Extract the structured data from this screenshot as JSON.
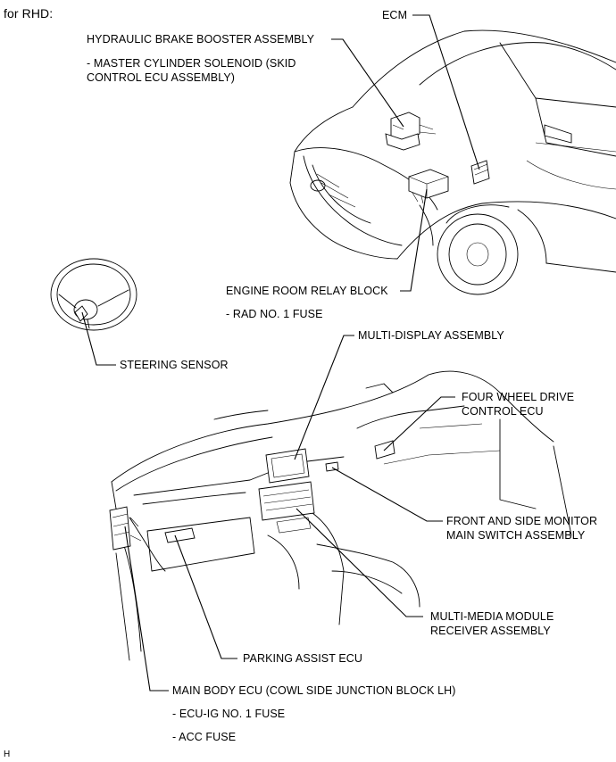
{
  "header": {
    "variant": "for RHD:"
  },
  "labels": {
    "ecm": "ECM",
    "brake_booster": "HYDRAULIC BRAKE BOOSTER ASSEMBLY",
    "brake_booster_sub_1": "- MASTER CYLINDER SOLENOID (SKID",
    "brake_booster_sub_2": "CONTROL ECU ASSEMBLY)",
    "relay_block": "ENGINE ROOM RELAY BLOCK",
    "relay_block_sub": "- RAD NO. 1 FUSE",
    "steering_sensor": "STEERING SENSOR",
    "multi_display": "MULTI-DISPLAY ASSEMBLY",
    "four_wd_1": "FOUR WHEEL DRIVE",
    "four_wd_2": "CONTROL ECU",
    "monitor_switch_1": "FRONT AND SIDE MONITOR",
    "monitor_switch_2": "MAIN SWITCH ASSEMBLY",
    "multimedia_1": "MULTI-MEDIA MODULE",
    "multimedia_2": "RECEIVER ASSEMBLY",
    "parking_assist": "PARKING ASSIST ECU",
    "main_body": "MAIN BODY ECU (COWL SIDE JUNCTION BLOCK LH)",
    "main_body_sub_1": "- ECU-IG NO. 1 FUSE",
    "main_body_sub_2": "- ACC FUSE"
  },
  "footer": {
    "mark": "H"
  }
}
